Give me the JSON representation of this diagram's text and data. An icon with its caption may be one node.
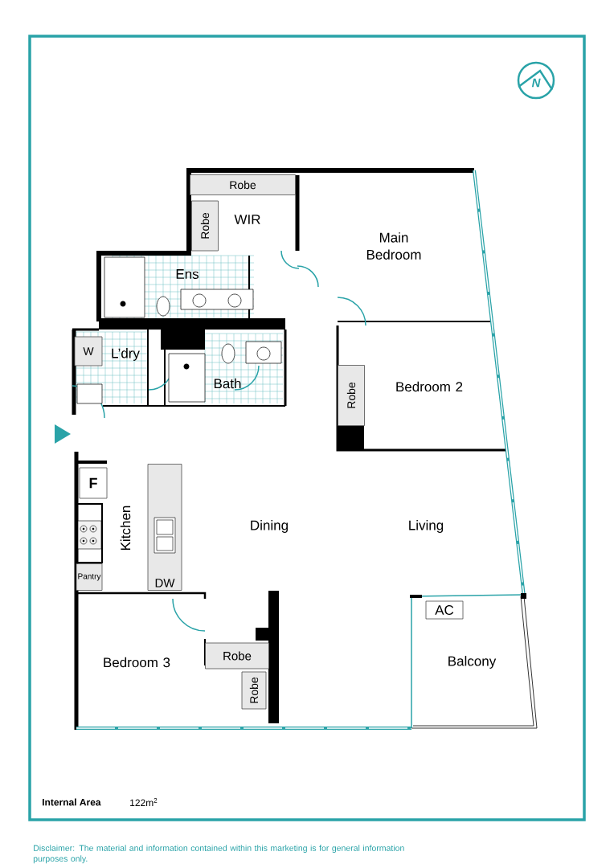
{
  "diagram": {
    "nodes": [
      {
        "text": [
          "Robe"
        ]
      },
      {
        "text": [
          "Robe"
        ]
      },
      {
        "text": [
          "W"
        ]
      },
      {
        "text": [
          "Robe"
        ]
      },
      {
        "text": [
          "F"
        ]
      },
      {
        "text": [
          "Pantry"
        ]
      },
      {
        "text": [
          "DW"
        ]
      },
      {
        "text": [
          "Robe"
        ]
      },
      {
        "text": [
          "Robe"
        ]
      },
      {
        "text": [
          "AC"
        ]
      },
      {
        "text": [
          "N"
        ]
      }
    ],
    "labels": [
      "WIR",
      "Main Bedroom",
      "Ens",
      "L’dry",
      "Bath",
      "Bedroom 2",
      "Kitchen",
      "Dining",
      "Living",
      "Bedroom 3",
      "Balcony",
      "Internal Area",
      "122m$^{2}$",
      "Disclaimer: The material and information contained within this marketing is for general information purposes only."
    ]
  }
}
